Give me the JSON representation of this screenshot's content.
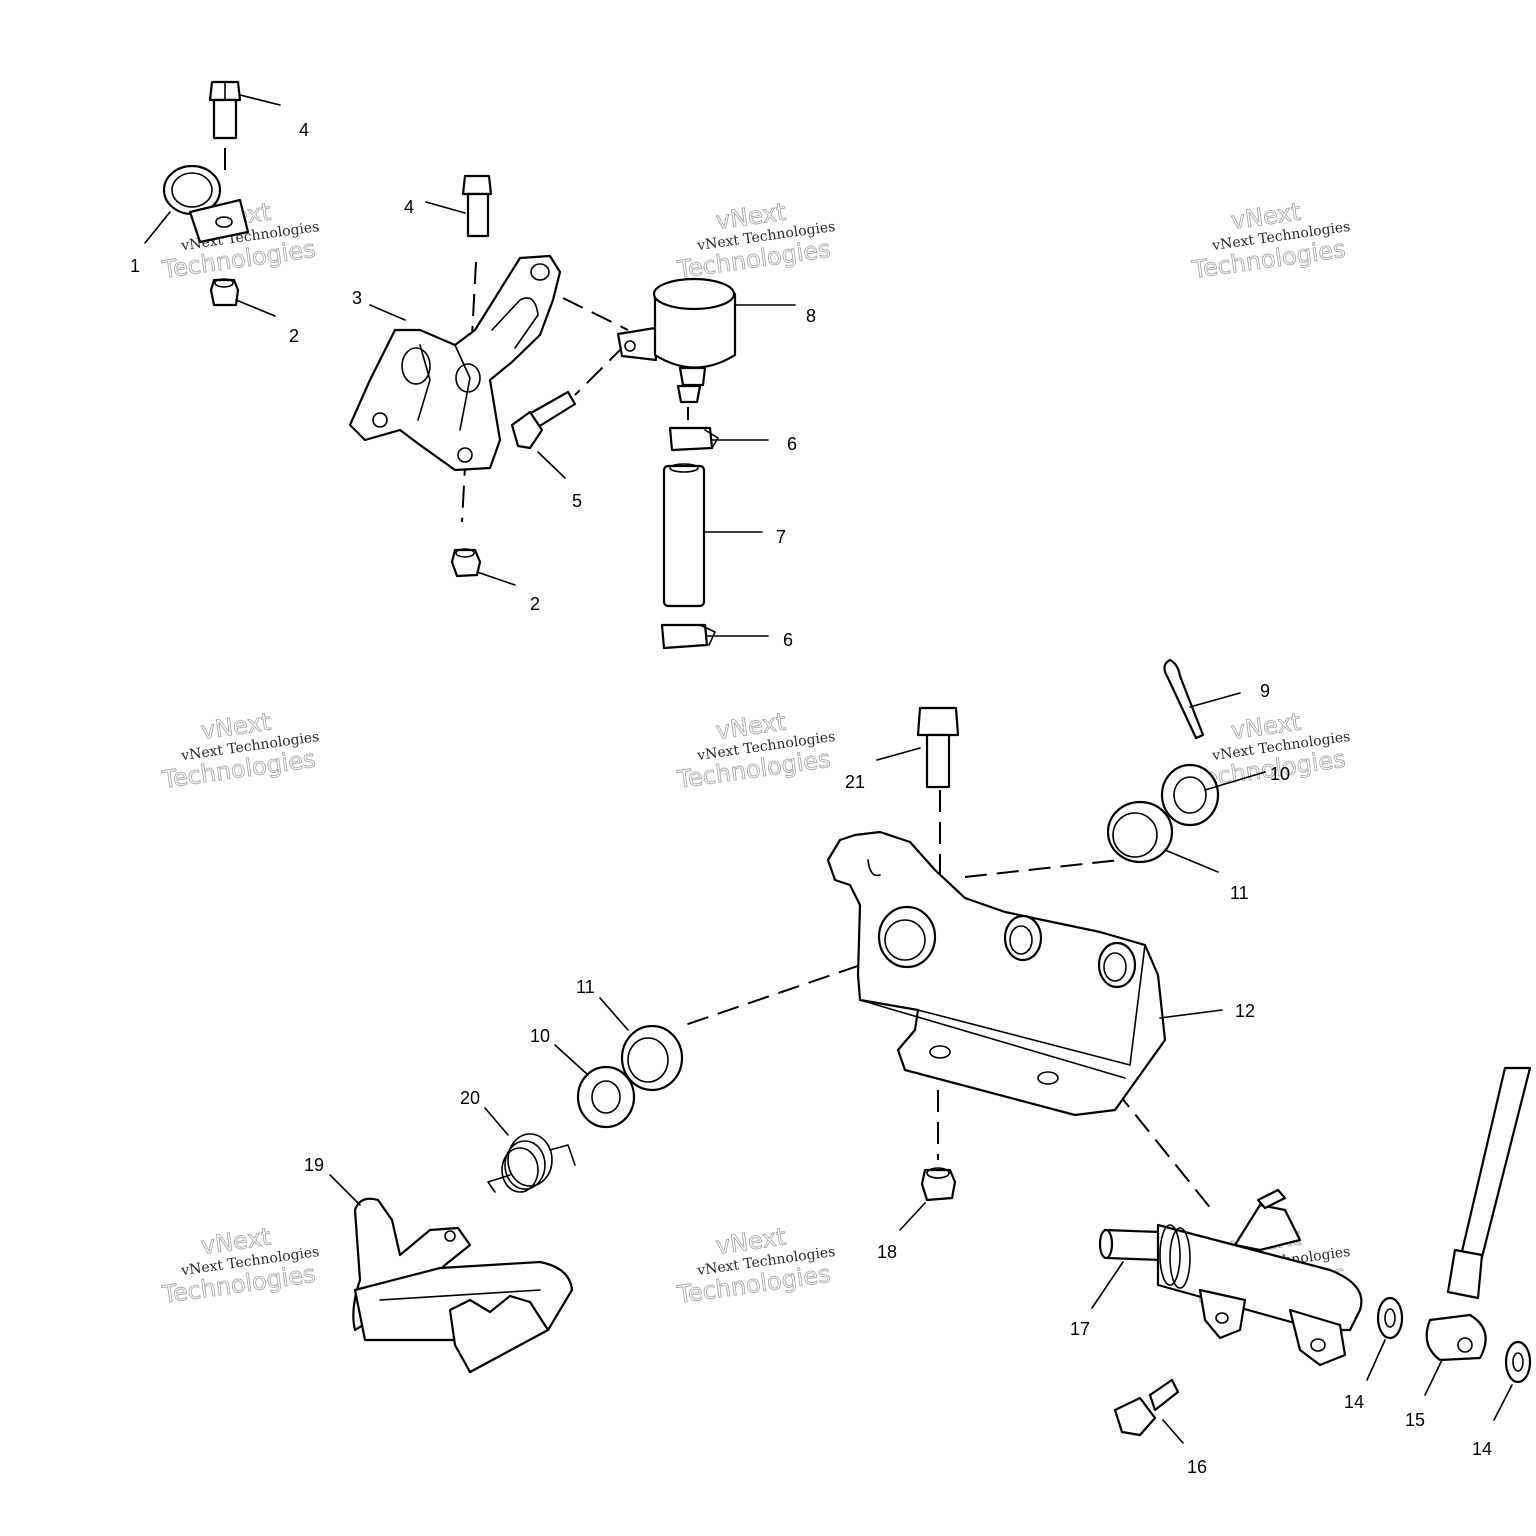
{
  "callouts": {
    "c1": "1",
    "c2a": "2",
    "c2b": "2",
    "c3": "3",
    "c4a": "4",
    "c4b": "4",
    "c5": "5",
    "c6a": "6",
    "c6b": "6",
    "c7": "7",
    "c8": "8",
    "c9": "9",
    "c10a": "10",
    "c10b": "10",
    "c11a": "11",
    "c11b": "11",
    "c12": "12",
    "c14a": "14",
    "c14b": "14",
    "c15": "15",
    "c16": "16",
    "c17": "17",
    "c18": "18",
    "c19": "19",
    "c20": "20",
    "c21": "21"
  },
  "watermark": {
    "line1": "vNext Technologies",
    "line2": "vNext",
    "line3": "Technologies"
  }
}
